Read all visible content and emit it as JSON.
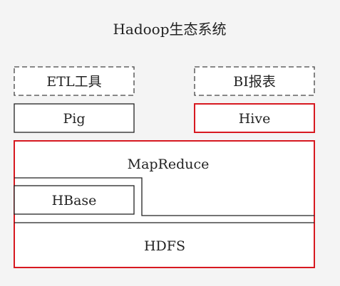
{
  "title": "Hadoop生态系统",
  "boxes": {
    "etl": "ETL工具",
    "bi": "BI报表",
    "pig": "Pig",
    "hive": "Hive",
    "mapreduce": "MapReduce",
    "hbase": "HBase",
    "hdfs": "HDFS"
  },
  "colors": {
    "highlight": "#d71920",
    "normal": "#222222",
    "background": "#f4f4f4",
    "box_fill": "#ffffff"
  }
}
